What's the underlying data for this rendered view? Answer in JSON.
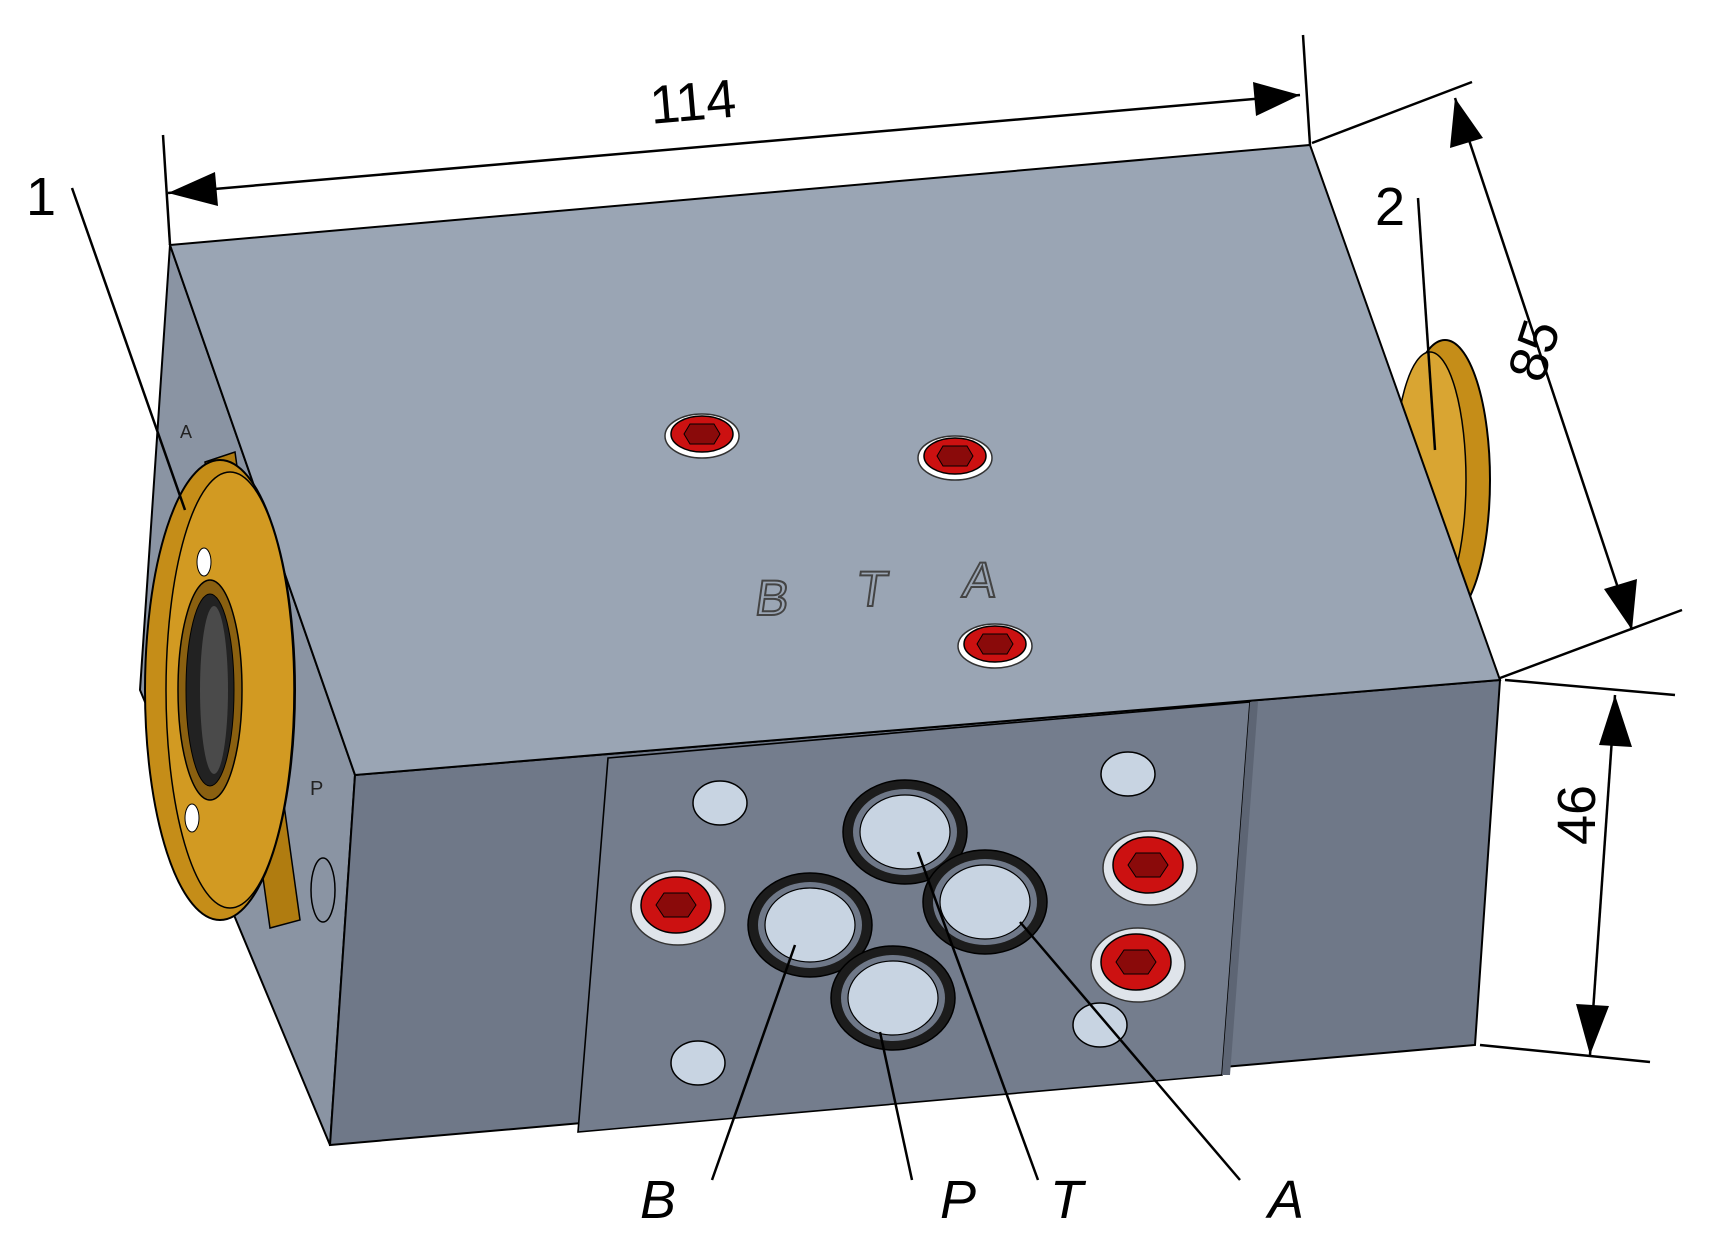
{
  "dimensions": {
    "length": "114",
    "depth": "85",
    "height": "46"
  },
  "callouts": {
    "item1": "1",
    "item2": "2",
    "port_b": "B",
    "port_p": "P",
    "port_t": "T",
    "port_a": "A"
  },
  "engraving": {
    "b": "B",
    "t": "T",
    "a": "A"
  },
  "colors": {
    "top_face": "#9aa5b4",
    "front_face": "#6f7888",
    "left_face": "#8a94a3",
    "flange": "#d29a22",
    "plug": "#cc1111",
    "background": "#ffffff"
  }
}
